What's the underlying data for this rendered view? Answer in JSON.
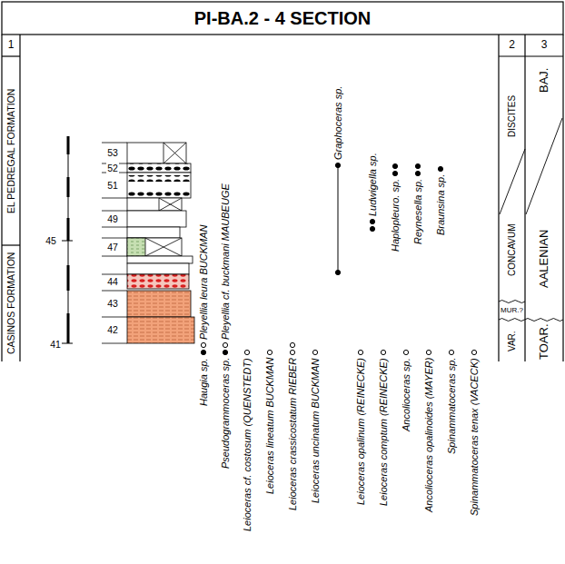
{
  "diagram": {
    "title": "PI-BA.2 - 4 SECTION",
    "labels": [
      "1",
      "2",
      "3",
      "EL PEDREGAL FORMATION",
      "CASINOS FORMATION",
      "45",
      "41",
      "53",
      "52",
      "51",
      "49",
      "47",
      "44",
      "43",
      "42",
      "Haugia sp.",
      "Pleyellia leura BUCKMAN",
      "Pseudogrammoceras sp.",
      "Pleyellia cf. buckmani MAUBEUGE",
      "Leioceras cf. costosum (QUENSTEDT)",
      "Leioceras lineatum BUCKMAN",
      "Leioceras crassicostatum RIEBER",
      "Leioceras uncinatum BUCKMAN",
      "Graphoceras sp.",
      "Leioceras opalinum (REINECKE)",
      "Ludwigella sp.",
      "Leioceras comptum (REINECKE)",
      "Haplopleuro. sp.",
      "Ancolioceras sp.",
      "Reynesella sp.",
      "Ancolioceras opalinoides (MAYER)",
      "Braunsina sp.",
      "Spinammatoceras sp.",
      "Spinammatoceras tenax (VACECK)",
      "DISCITES",
      "CONCAVUM",
      "MUR.?",
      "VAR.",
      "BAJ.",
      "AALENIAN",
      "TOAR."
    ]
  }
}
